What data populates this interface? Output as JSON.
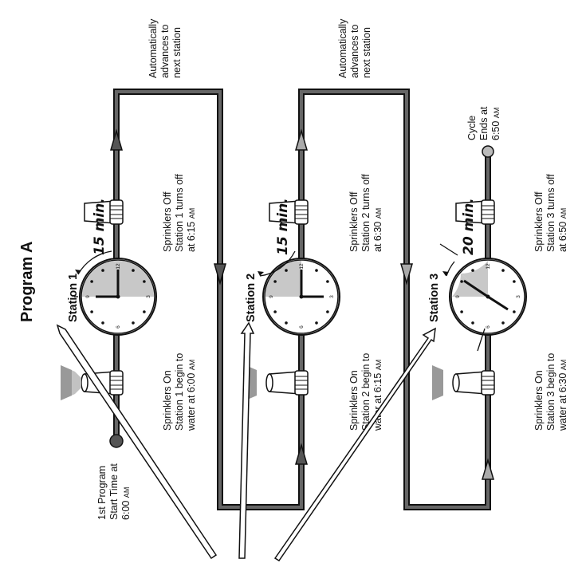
{
  "title": "Program A",
  "stations": [
    {
      "label": "Station 1",
      "duration": "15 min.",
      "on_text": [
        "Sprinklers On",
        "Station 1 begin to",
        "water at 6:00 AM"
      ],
      "off_text": [
        "Sprinklers Off",
        "Station 1 turns off",
        "at 6:15 AM"
      ]
    },
    {
      "label": "Station 2",
      "duration": "15 min.",
      "on_text": [
        "Sprinklers On",
        "Station 2 begin to",
        "water at 6:15 AM"
      ],
      "off_text": [
        "Sprinklers Off",
        "Station 2 turns off",
        "at 6:30 AM"
      ]
    },
    {
      "label": "Station 3",
      "duration": "20 min.",
      "on_text": [
        "Sprinklers On",
        "Station 3 begin to",
        "water at 6:30 AM"
      ],
      "off_text": [
        "Sprinklers Off",
        "Station 3 turns off",
        "at 6:50 AM"
      ]
    }
  ],
  "start_note": [
    "1st Program",
    "Start Time at",
    "6:00 AM"
  ],
  "advance_note": [
    "Automatically",
    "advances to",
    "next station"
  ],
  "end_note": [
    "Cycle",
    "Ends at",
    "6:50 AM"
  ],
  "clock_numbers": [
    "12",
    "3",
    "6",
    "9"
  ],
  "colors": {
    "pipe": "#555555",
    "shade": "#c8c8c8",
    "arrow_light": "#aaaaaa"
  }
}
